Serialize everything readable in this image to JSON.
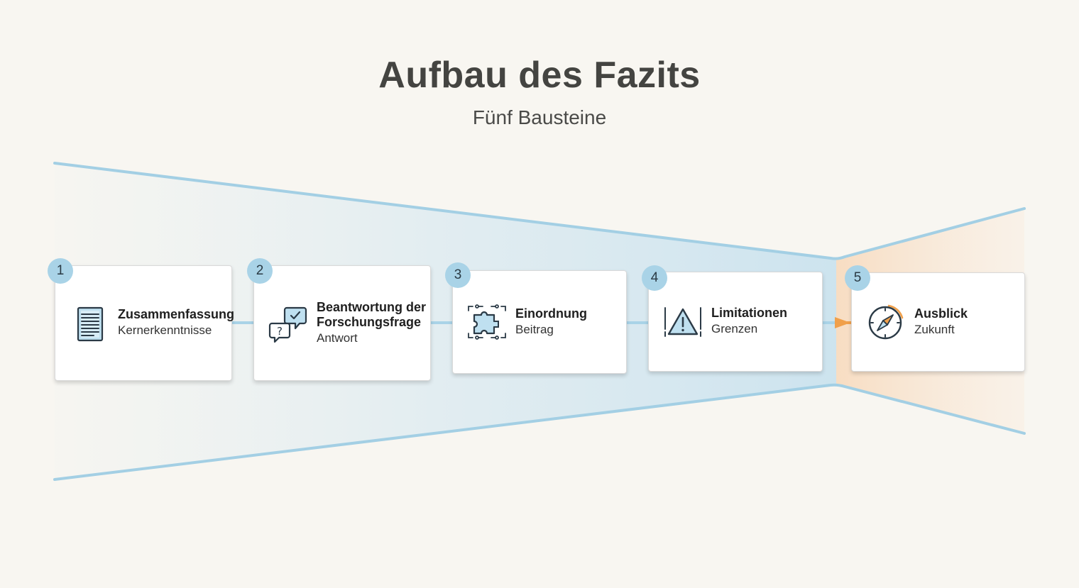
{
  "title": "Aufbau des Fazits",
  "subtitle": "Fünf Bausteine",
  "colors": {
    "funnel_line": "#a3cfe4",
    "connector": "#a9d3e7",
    "accent": "#f0a04b",
    "badge": "#a9d3e7",
    "icon_fill": "#bfe0f0",
    "icon_stroke": "#2b3a46"
  },
  "steps": [
    {
      "number": "1",
      "label": "Zusammenfassung",
      "sub": "Kernerkenntnisse",
      "icon": "document-icon"
    },
    {
      "number": "2",
      "label": "Beantwortung der Forschungsfrage",
      "label_line1": "Beantwortung der",
      "label_line2": "Forschungsfrage",
      "sub": "Antwort",
      "icon": "speech-bubbles-icon"
    },
    {
      "number": "3",
      "label": "Einordnung",
      "sub": "Beitrag",
      "icon": "puzzle-piece-icon"
    },
    {
      "number": "4",
      "label": "Limitationen",
      "sub": "Grenzen",
      "icon": "warning-triangle-icon"
    },
    {
      "number": "5",
      "label": "Ausblick",
      "sub": "Zukunft",
      "icon": "compass-icon"
    }
  ]
}
